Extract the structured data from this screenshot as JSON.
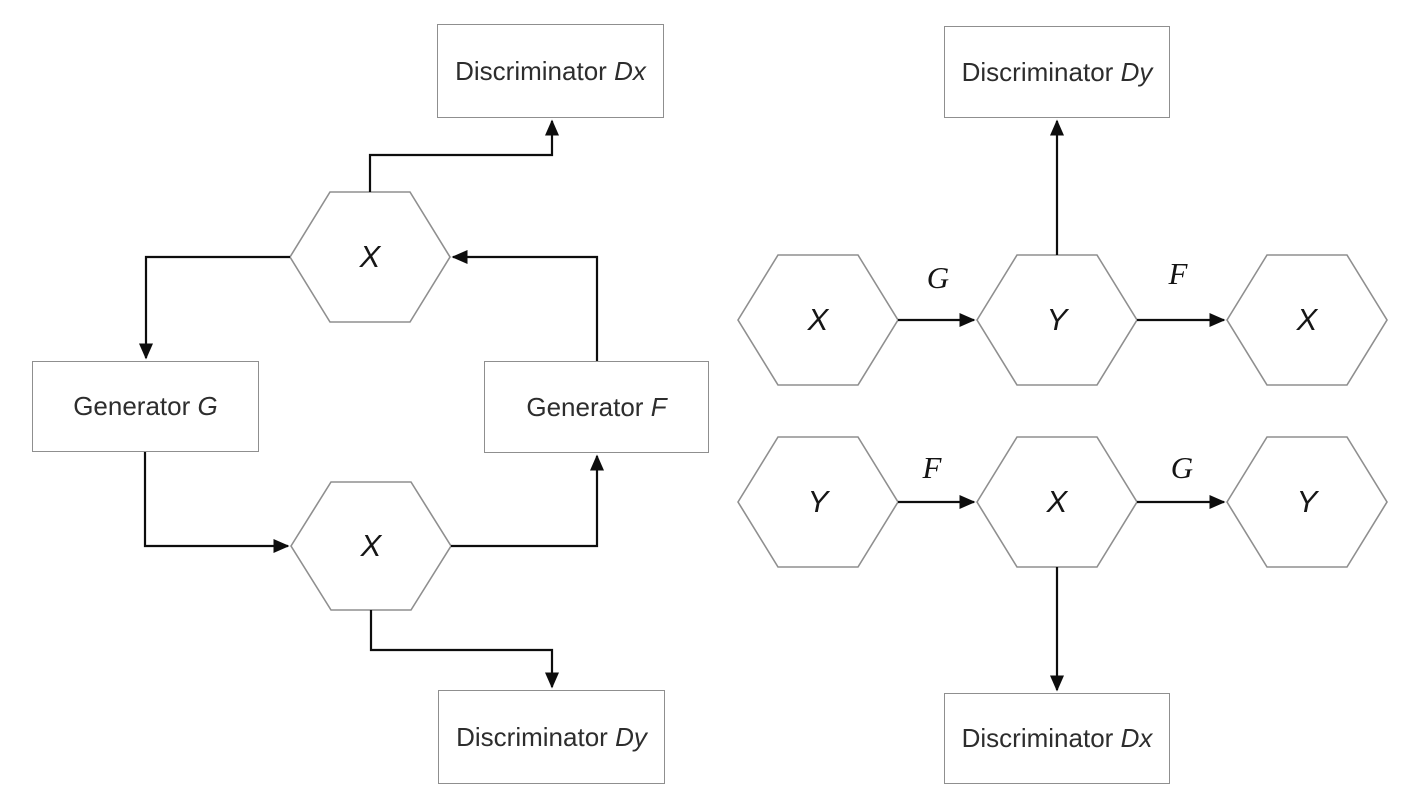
{
  "left_diagram": {
    "discriminator_top": {
      "prefix": "Discriminator",
      "symbol": "Dx"
    },
    "generator_left": {
      "prefix": "Generator",
      "symbol": "G"
    },
    "generator_right": {
      "prefix": "Generator",
      "symbol": "F"
    },
    "discriminator_bottom": {
      "prefix": "Discriminator",
      "symbol": "Dy"
    },
    "hex_top": "X",
    "hex_bottom": "X"
  },
  "right_diagram": {
    "discriminator_top": {
      "prefix": "Discriminator",
      "symbol": "Dy"
    },
    "discriminator_bottom": {
      "prefix": "Discriminator",
      "symbol": "Dx"
    },
    "row1": {
      "hex_left": "X",
      "arrow1_label": "G",
      "hex_middle": "Y",
      "arrow2_label": "F",
      "hex_right": "X"
    },
    "row2": {
      "hex_left": "Y",
      "arrow1_label": "F",
      "hex_middle": "X",
      "arrow2_label": "G",
      "hex_right": "Y"
    }
  },
  "colors": {
    "shape_border": "#8f8f8f",
    "arrow": "#0d0d0d",
    "text": "#2d2d2d",
    "background": "#ffffff"
  }
}
